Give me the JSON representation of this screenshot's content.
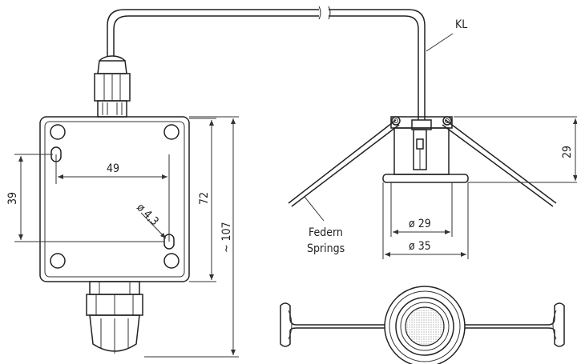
{
  "labels": {
    "cable": "KL",
    "dim_height_small": "29",
    "dim_inner_dia": "ø 29",
    "dim_outer_dia": "ø 35",
    "springs_de": "Federn",
    "springs_en": "Springs",
    "dim_width_holes": "49",
    "dim_height_holes": "39",
    "dim_hole_dia": "ø 4,3",
    "dim_box_height": "72",
    "dim_total_height": "~ 107"
  }
}
